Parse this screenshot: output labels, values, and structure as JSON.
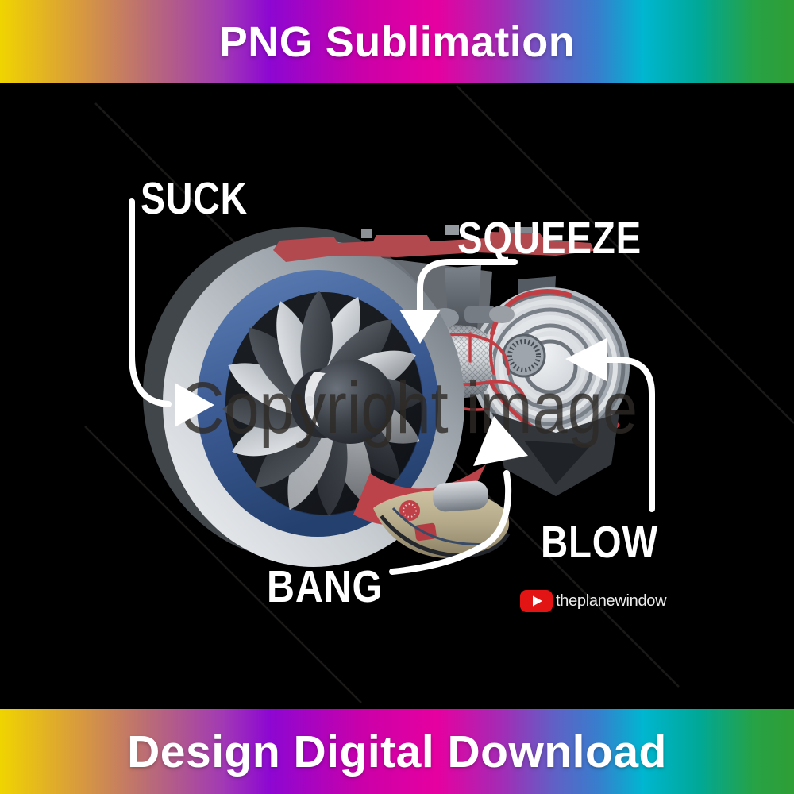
{
  "banner_top": {
    "title": "PNG Sublimation"
  },
  "banner_bottom": {
    "title": "Design Digital Download"
  },
  "diagram": {
    "subject": "turbofan jet engine cutaway illustration",
    "labels": {
      "suck": "SUCK",
      "squeeze": "SQUEEZE",
      "blow": "BLOW",
      "bang": "BANG"
    },
    "watermark": "Copyright image",
    "channel": {
      "icon": "youtube-play-icon",
      "name": "theplanewindow"
    }
  },
  "colors": {
    "background": "#000000",
    "label_text": "#ffffff",
    "arrow": "#ffffff",
    "youtube_red": "#e31414",
    "engine_red_accent": "#b2494f",
    "fan_case_blue": "#3d5c95",
    "banner_gradient": [
      "#f0d400",
      "#d89a3e",
      "#b96a78",
      "#8d07d2",
      "#e600a0",
      "#5e62c6",
      "#00b6d0",
      "#00a897",
      "#2f9e35"
    ]
  }
}
